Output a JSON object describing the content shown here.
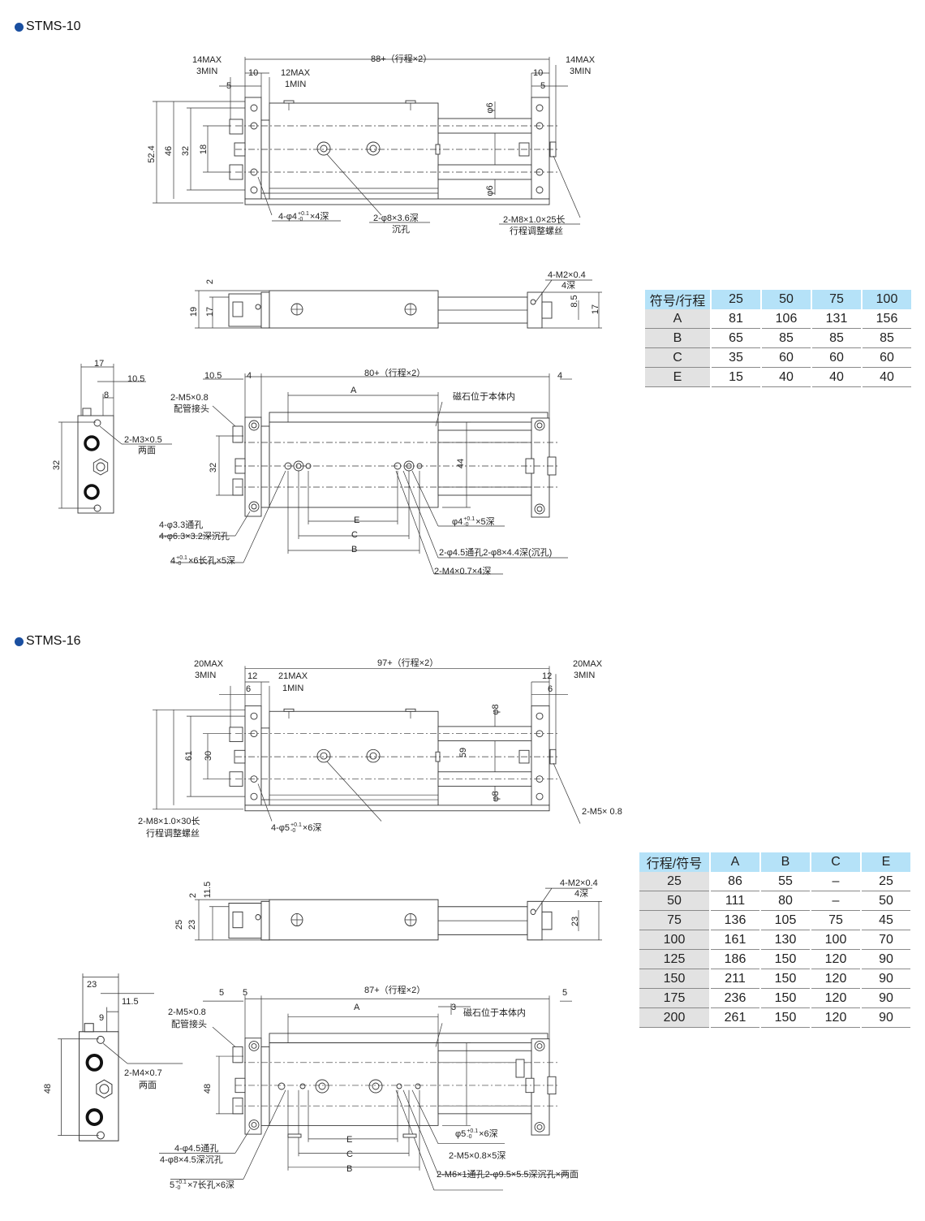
{
  "stms10": {
    "title": "STMS-10",
    "top_view": {
      "labels": [
        "14MAX",
        "3MIN",
        "88+（行程×2）",
        "10",
        "12MAX",
        "1MIN",
        "5",
        "14MAX",
        "3MIN",
        "10",
        "5",
        "52.4",
        "46",
        "32",
        "18",
        "φ6",
        "φ6",
        {
          "pre": "4-φ4",
          "up": "+0.1",
          "low": "-0",
          "post": "×4深"
        },
        "2-φ8×3.6深",
        "沉孔",
        "2-M8×1.0×25长",
        "行程调整螺丝"
      ]
    },
    "side_view": {
      "labels": [
        "2",
        "19",
        "17",
        "4-M2×0.4",
        "4深",
        "8.5",
        "17"
      ]
    },
    "end_view": {
      "labels": [
        "17",
        "10.5",
        "8",
        "2-M3×0.5",
        "两面",
        "32"
      ]
    },
    "bottom_view": {
      "labels": [
        "10.5",
        "4",
        "80+（行程×2）",
        "4",
        "A",
        "磁石位于本体内",
        "2-M5×0.8",
        "配管接头",
        "32",
        "44",
        "E",
        "C",
        "B",
        "4-φ3.3通孔",
        "4-φ6.3×3.2深沉孔",
        {
          "pre": "φ4",
          "up": "+0.1",
          "low": "-0",
          "post": "×5深"
        },
        "2-φ4.5通孔2-φ8×4.4深(沉孔)",
        {
          "pre": "4",
          "up": "+0.1",
          "low": "-0",
          "post": "×6长孔×5深"
        },
        "2-M4×0.7×4深"
      ]
    },
    "table": {
      "header": [
        "符号/行程",
        "25",
        "50",
        "75",
        "100"
      ],
      "rows": [
        [
          "A",
          "81",
          "106",
          "131",
          "156"
        ],
        [
          "B",
          "65",
          "85",
          "85",
          "85"
        ],
        [
          "C",
          "35",
          "60",
          "60",
          "60"
        ],
        [
          "E",
          "15",
          "40",
          "40",
          "40"
        ]
      ]
    }
  },
  "stms16": {
    "title": "STMS-16",
    "top_view": {
      "labels": [
        "20MAX",
        "3MIN",
        "97+（行程×2）",
        "12",
        "21MAX",
        "1MIN",
        "6",
        "20MAX",
        "3MIN",
        "12",
        "6",
        "61",
        "30",
        "φ8",
        "φ8",
        "59",
        "2-M8×1.0×30长",
        "行程调整螺丝",
        {
          "pre": "4-φ5",
          "up": "+0.1",
          "low": "-0",
          "post": "×6深"
        },
        "2-M5× 0.8"
      ]
    },
    "side_view": {
      "labels": [
        "11.5",
        "2",
        "25",
        "23",
        "4-M2×0.4",
        "4深",
        "23"
      ]
    },
    "end_view": {
      "labels": [
        "23",
        "11.5",
        "9",
        "2-M4×0.7",
        "两面",
        "48"
      ]
    },
    "bottom_view": {
      "labels": [
        "5",
        "5",
        "87+（行程×2）",
        "5",
        "A",
        "3",
        "磁石位于本体内",
        "2-M5×0.8",
        "配管接头",
        "48",
        "E",
        "C",
        "B",
        "4-φ4.5通孔",
        "4-φ8×4.5深沉孔",
        {
          "pre": "φ5",
          "up": "+0.1",
          "low": "-0",
          "post": "×6深"
        },
        "2-M5×0.8×5深",
        "2-M6×1通孔2-φ9.5×5.5深沉孔×两面",
        {
          "pre": "5",
          "up": "+0.1",
          "low": "-0",
          "post": "×7长孔×6深"
        }
      ]
    },
    "table": {
      "header": [
        "行程/符号",
        "A",
        "B",
        "C",
        "E"
      ],
      "rows": [
        [
          "25",
          "86",
          "55",
          "–",
          "25"
        ],
        [
          "50",
          "111",
          "80",
          "–",
          "50"
        ],
        [
          "75",
          "136",
          "105",
          "75",
          "45"
        ],
        [
          "100",
          "161",
          "130",
          "100",
          "70"
        ],
        [
          "125",
          "186",
          "150",
          "120",
          "90"
        ],
        [
          "150",
          "211",
          "150",
          "120",
          "90"
        ],
        [
          "175",
          "236",
          "150",
          "120",
          "90"
        ],
        [
          "200",
          "261",
          "150",
          "120",
          "90"
        ]
      ]
    }
  }
}
